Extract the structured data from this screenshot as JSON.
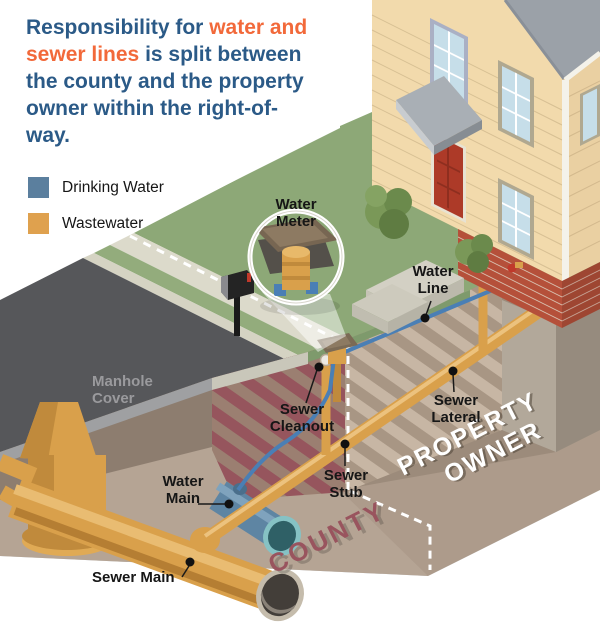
{
  "title": {
    "part1": "Responsibility for ",
    "highlight": "water and sewer lines",
    "part2": " is split between the county and the property owner within the right-of-way."
  },
  "legend": {
    "items": [
      {
        "label": "Drinking Water",
        "color": "#5B7F9E"
      },
      {
        "label": "Wastewater",
        "color": "#DFA14E"
      }
    ]
  },
  "labels": {
    "water_meter": "Water Meter",
    "water_line": "Water Line",
    "manhole_cover": "Manhole Cover",
    "sewer_cleanout": "Sewer Cleanout",
    "sewer_lateral": "Sewer Lateral",
    "water_main": "Water Main",
    "sewer_stub": "Sewer Stub",
    "sewer_main": "Sewer Main"
  },
  "zones": {
    "county": "COUNTY",
    "property_owner_line1": "PROPERTY",
    "property_owner_line2": "OWNER"
  },
  "colors": {
    "title_blue": "#2B5A87",
    "title_orange": "#F2693A",
    "drinking_water_pipe": "#5E85A3",
    "wastewater_pipe": "#D9A04B",
    "county_text": "#99545E",
    "property_text": "#FFFFFF",
    "label_text": "#161616",
    "manhole_label": "#9A9A9D",
    "lawn": "#8DA877",
    "road": "#56575A",
    "dirt": "#9C8B7B"
  }
}
